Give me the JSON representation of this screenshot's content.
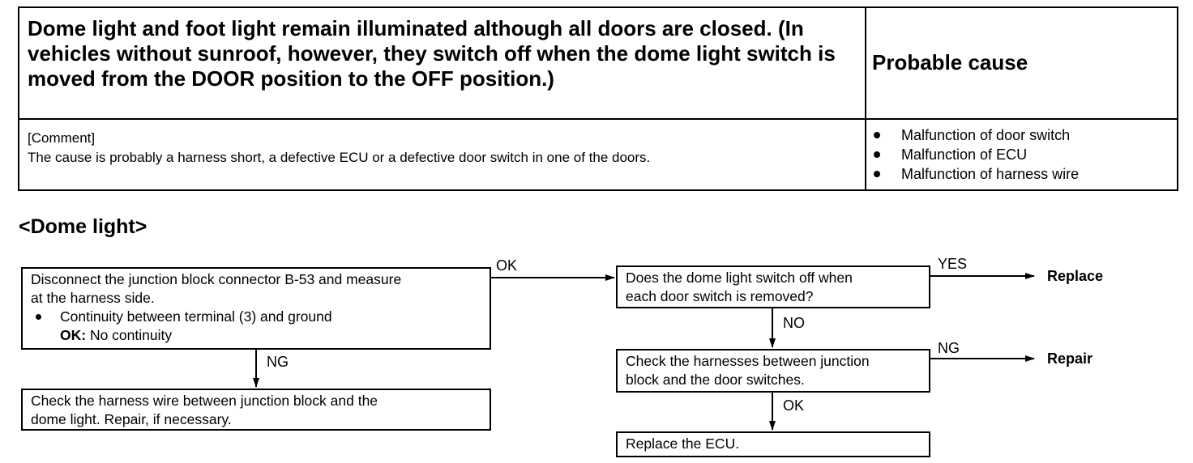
{
  "table": {
    "title": "Dome light and foot light remain illuminated although all doors are closed.  (In vehicles without sunroof, however, they switch off when the dome light switch is moved from the DOOR position to the OFF position.)",
    "cause_header": "Probable cause",
    "comment_label": "[Comment]",
    "comment_text": "The cause is probably a harness short, a defective ECU or a defective door switch in one of the doors.",
    "causes": [
      "Malfunction of door switch",
      "Malfunction of ECU",
      "Malfunction of harness wire"
    ]
  },
  "section_heading": "<Dome light>",
  "flow": {
    "step1": {
      "line1": "Disconnect the junction block connector B-53 and measure",
      "line2": "at the harness side.",
      "bullet": "Continuity between terminal (3) and ground",
      "ok_label": "OK:",
      "ok_text": " No continuity"
    },
    "step2": {
      "line1": "Check the harness wire between junction block and the",
      "line2": "dome light. Repair, if necessary."
    },
    "step3": {
      "line1": "Does the dome light switch off when",
      "line2": "each door switch is removed?"
    },
    "step4": {
      "line1": "Check the harnesses between junction",
      "line2": "block and the door switches."
    },
    "step5": {
      "line1": "Replace the ECU."
    },
    "labels": {
      "ok1": "OK",
      "ng1": "NG",
      "yes": "YES",
      "no": "NO",
      "ng2": "NG",
      "ok2": "OK"
    },
    "results": {
      "replace": "Replace",
      "repair": "Repair"
    }
  }
}
